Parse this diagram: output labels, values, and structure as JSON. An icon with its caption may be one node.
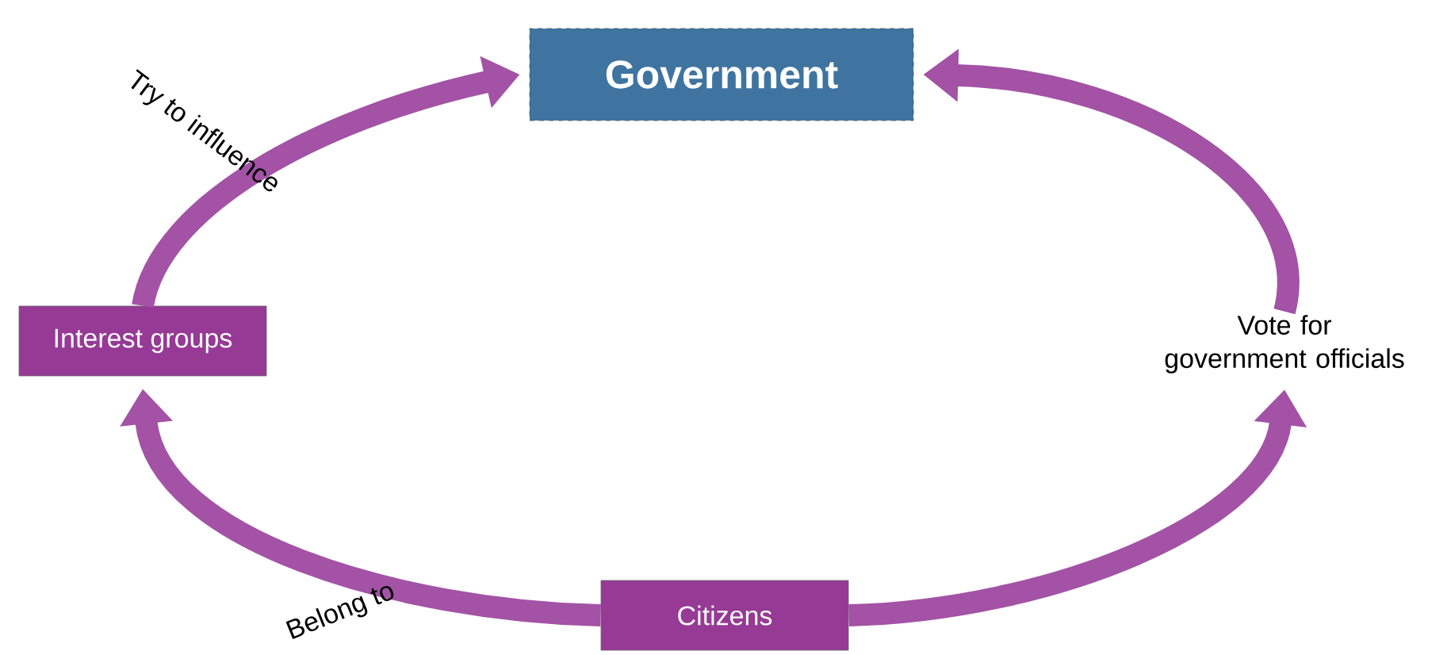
{
  "diagram": {
    "nodes": [
      {
        "text": [
          "Government"
        ]
      },
      {
        "text": [
          "Interest groups"
        ]
      },
      {
        "text": [
          "Citizens"
        ]
      },
      {
        "text": [
          "Vote for government officials"
        ]
      }
    ],
    "edges": [
      {
        "from": 1,
        "to": 0,
        "arrow": "to",
        "label": "Try to influence"
      },
      {
        "from": 2,
        "to": 1,
        "arrow": "to",
        "label": "Belong to"
      },
      {
        "from": 2,
        "to": 3,
        "arrow": "to"
      },
      {
        "from": 3,
        "to": 0,
        "arrow": "to"
      }
    ]
  }
}
